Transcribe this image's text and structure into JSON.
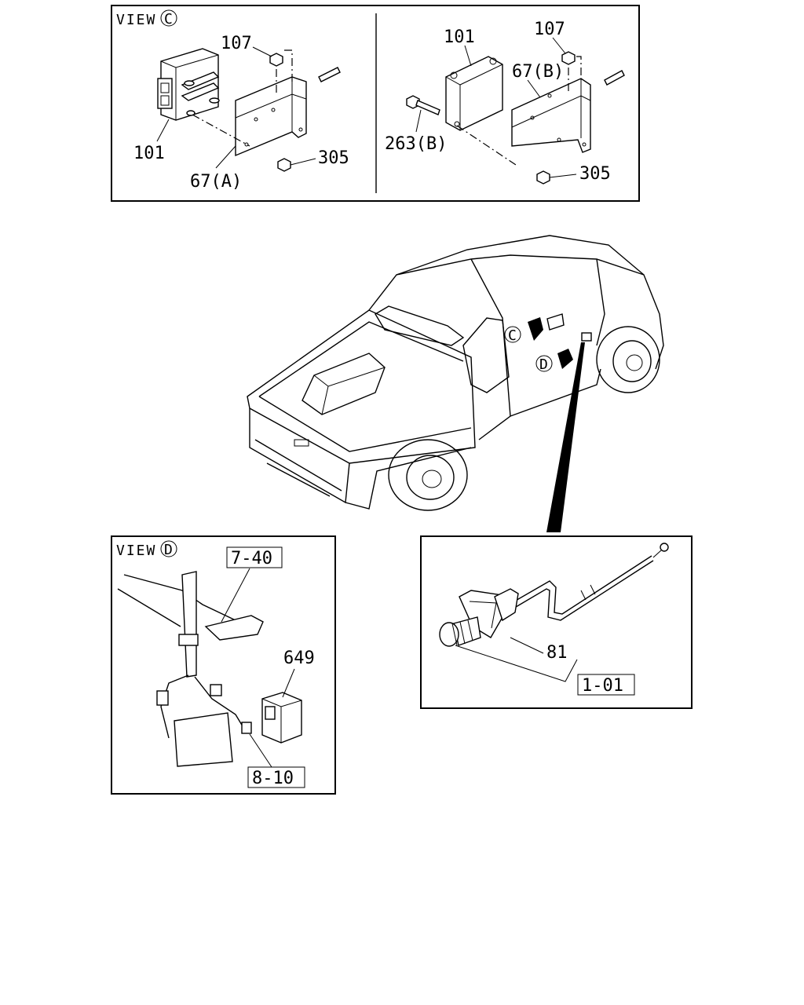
{
  "view_c": {
    "title": "VIEW",
    "circle_letter": "C",
    "left": {
      "label_107": "107",
      "label_101": "101",
      "label_67a": "67(A)",
      "label_305": "305"
    },
    "right": {
      "label_101": "101",
      "label_107": "107",
      "label_67b": "67(B)",
      "label_263b": "263(B)",
      "label_305": "305"
    }
  },
  "truck": {
    "marker_c": "C",
    "marker_d": "D"
  },
  "view_d": {
    "title": "VIEW",
    "circle_letter": "D",
    "ref_7_40": "7-40",
    "label_649": "649",
    "ref_8_10": "8-10"
  },
  "cable_detail": {
    "label_81": "81",
    "ref_1_01": "1-01"
  }
}
